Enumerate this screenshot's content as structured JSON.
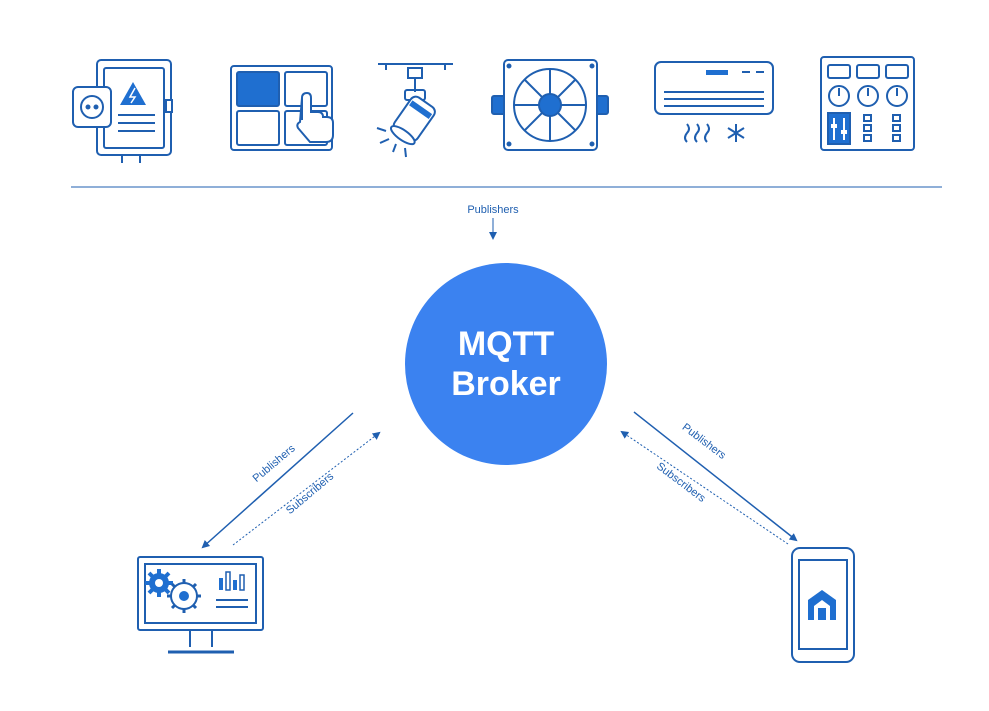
{
  "broker": {
    "line1": "MQTT",
    "line2": "Broker"
  },
  "labels": {
    "top_publishers": "Publishers",
    "left_publishers": "Publishers",
    "left_subscribers": "Subscribers",
    "right_publishers": "Publishers",
    "right_subscribers": "Subscribers"
  },
  "devices": [
    {
      "icon": "electric-meter-socket-icon"
    },
    {
      "icon": "touch-control-panel-icon"
    },
    {
      "icon": "spotlight-icon"
    },
    {
      "icon": "ventilation-fan-icon"
    },
    {
      "icon": "air-conditioner-icon"
    },
    {
      "icon": "control-dashboard-panel-icon"
    }
  ],
  "clients": [
    {
      "icon": "desktop-dashboard-icon"
    },
    {
      "icon": "mobile-app-icon"
    }
  ],
  "colors": {
    "line": "#1f5fb0",
    "broker_fill": "#3b82f0",
    "icon_stroke": "#1f5fb0",
    "icon_fill": "#1f6fd0"
  }
}
